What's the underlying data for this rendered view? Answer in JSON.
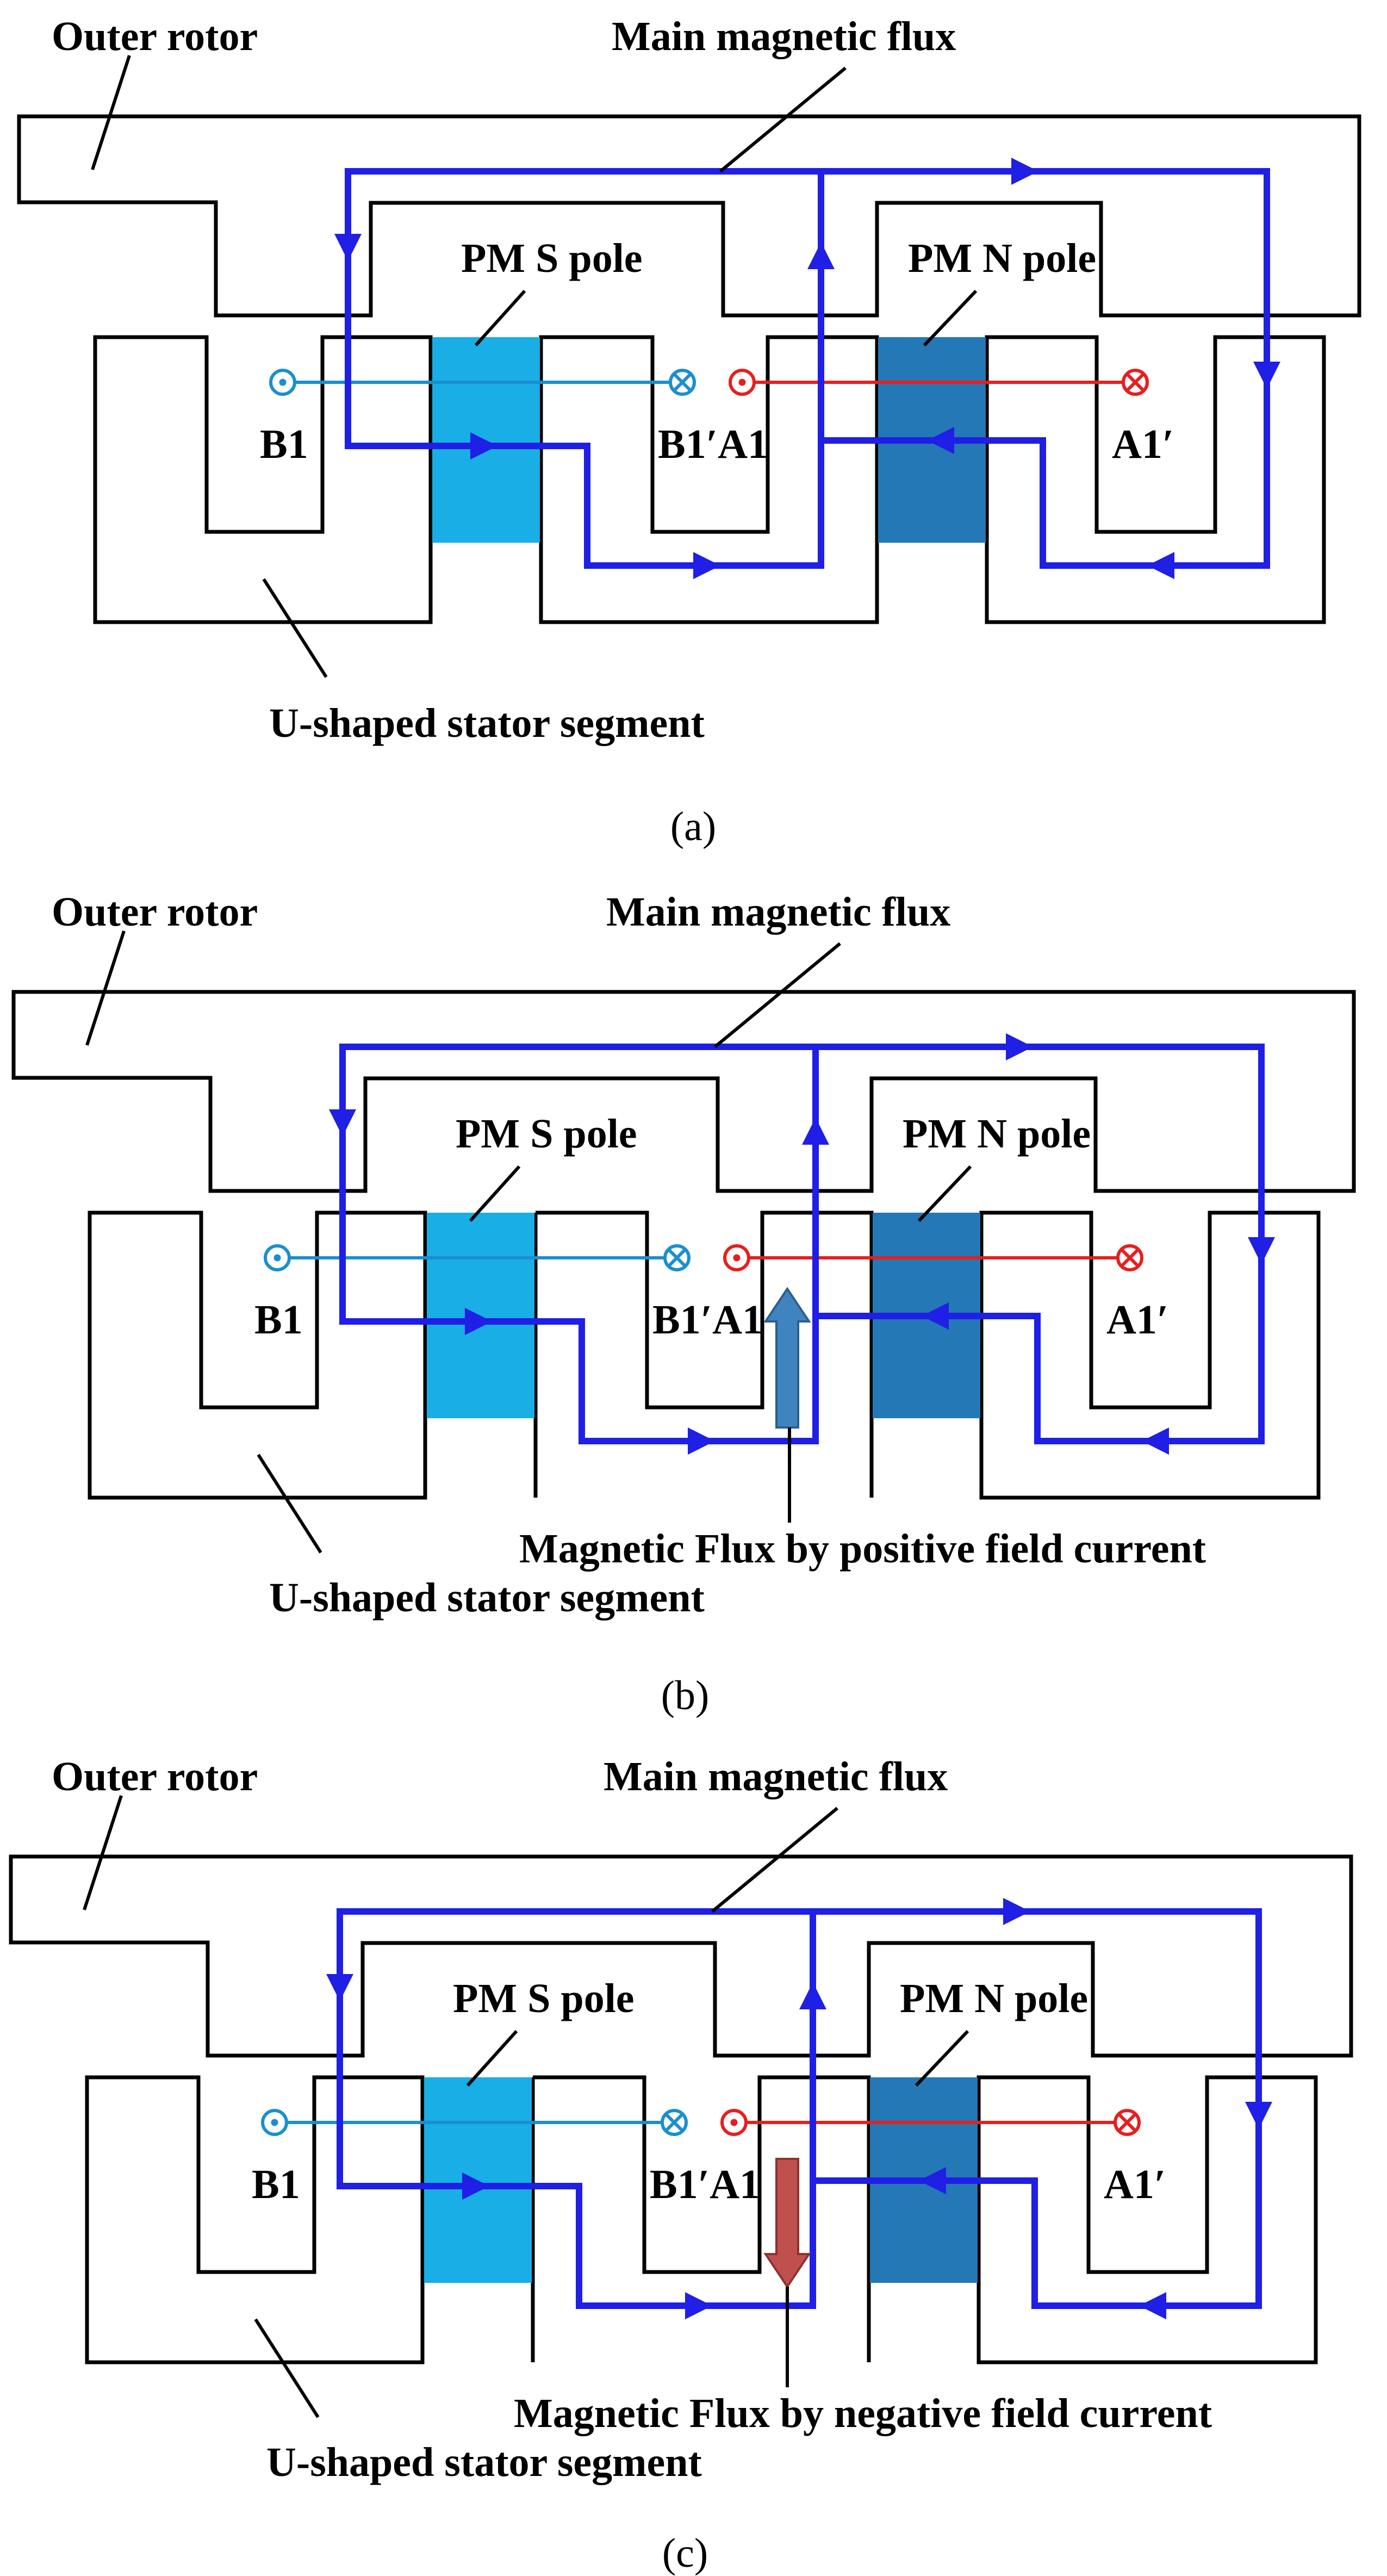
{
  "colors": {
    "outline": "#000000",
    "flux": "#1f1fe6",
    "pm_s": "#19aee6",
    "pm_n": "#2478b5",
    "coil_b": "#1a8fd0",
    "coil_a": "#e81e1e",
    "positive_arrow": "#3f84c0",
    "positive_arrow_stroke": "#2c5f8c",
    "negative_arrow": "#c0504d",
    "negative_arrow_stroke": "#8c3330"
  },
  "icons": {
    "current_out": "dot-in-circle-icon",
    "current_in": "cross-in-circle-icon",
    "flux_direction": "triangle-arrowhead-icon",
    "positive_field_flux": "block-arrow-up-icon",
    "negative_field_flux": "block-arrow-down-icon"
  },
  "panels": [
    {
      "id": "a",
      "labels": {
        "outer_rotor": "Outer rotor",
        "main_flux": "Main magnetic flux",
        "pm_s": "PM S pole",
        "pm_n": "PM N pole",
        "b1": "B1",
        "b1_prime_a1": "B1′A1",
        "a1_prime": "A1′",
        "stator_segment": "U-shaped stator segment"
      },
      "field_flux_label": "",
      "caption": "(a)"
    },
    {
      "id": "b",
      "labels": {
        "outer_rotor": "Outer rotor",
        "main_flux": "Main magnetic flux",
        "pm_s": "PM S pole",
        "pm_n": "PM N pole",
        "b1": "B1",
        "b1_prime_a1": "B1′A1",
        "a1_prime": "A1′",
        "stator_segment": "U-shaped stator segment"
      },
      "field_flux_label": "Magnetic Flux by positive field current",
      "caption": "(b)"
    },
    {
      "id": "c",
      "labels": {
        "outer_rotor": "Outer rotor",
        "main_flux": "Main magnetic flux",
        "pm_s": "PM S pole",
        "pm_n": "PM N pole",
        "b1": "B1",
        "b1_prime_a1": "B1′A1",
        "a1_prime": "A1′",
        "stator_segment": "U-shaped stator segment"
      },
      "field_flux_label": "Magnetic Flux by negative field current",
      "caption": "(c)"
    }
  ]
}
